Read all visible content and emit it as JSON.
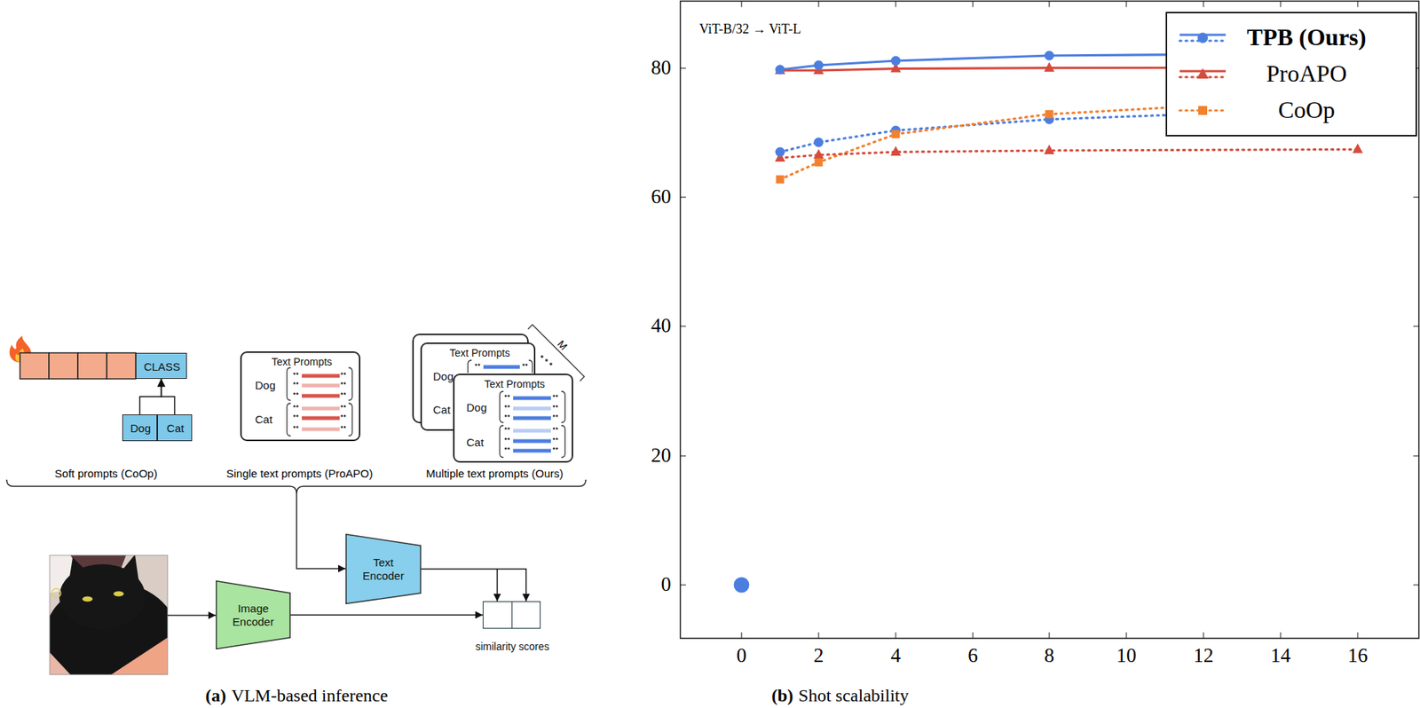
{
  "diagram": {
    "nodes": [
      {
        "text": [
          "CLASS"
        ]
      },
      {
        "text": [
          "Dog"
        ]
      },
      {
        "text": [
          "Cat"
        ]
      },
      {
        "text": [
          "Text Prompts",
          "Dog",
          "Cat"
        ]
      },
      {
        "text": [
          "Text Prompts",
          "Dog",
          "Cat"
        ]
      },
      {
        "text": [
          "Text Prompts",
          "Dog",
          "Cat"
        ]
      },
      {
        "text": [
          "Text Encoder"
        ]
      },
      {
        "text": [
          "Image Encoder"
        ]
      },
      {
        "text": [
          "similarity scores"
        ]
      }
    ],
    "edges": [
      {
        "from": 1,
        "to": 0,
        "arrow": "to"
      },
      {
        "from": 2,
        "to": 0,
        "arrow": "to"
      },
      {
        "from": 6,
        "to": 8,
        "arrow": "to"
      },
      {
        "from": 7,
        "to": 8,
        "arrow": "to"
      }
    ],
    "labels": [
      "Soft prompts (CoOp)",
      "Single text prompts (ProAPO)",
      "Multiple text prompts (Ours)",
      "M",
      "(a)",
      "VLM-based inference",
      "(b)",
      "Shot scalability",
      "ViT-B/32 → ViT-L",
      "0",
      "20",
      "40",
      "60",
      "80",
      "0",
      "2",
      "4",
      "6",
      "8",
      "10",
      "12",
      "14",
      "16"
    ],
    "legend": [
      {
        "text": "TPB (Ours)"
      },
      {
        "text": "ProAPO"
      },
      {
        "text": "CoOp"
      }
    ]
  }
}
